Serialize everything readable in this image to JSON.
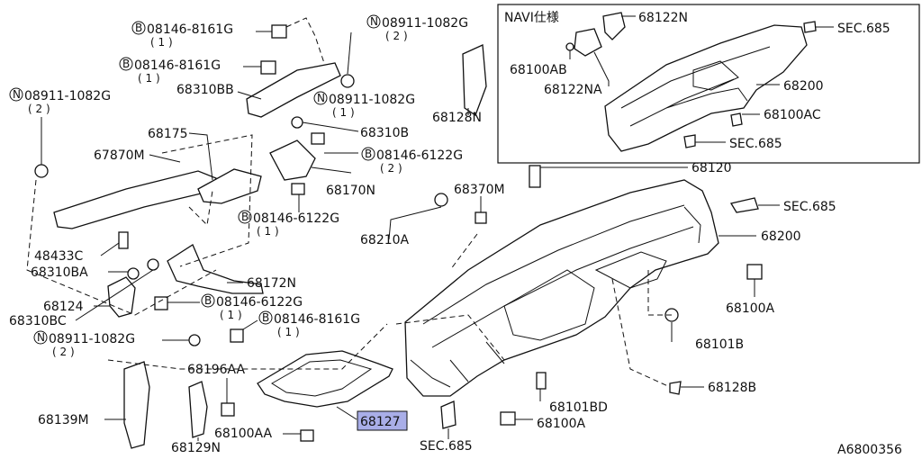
{
  "diagram": {
    "code": "A6800356",
    "inset_title": "NAVI仕様",
    "highlighted_part": "68127",
    "highlight_color": "#a9aee8",
    "labels": {
      "b08146_8161g_top": "08146-8161G",
      "b08146_8161g_top_qty": "( 1 )",
      "b08146_8161g_2": "08146-8161G",
      "b08146_8161g_2_qty": "( 1 )",
      "n08911_1082g_top": "08911-1082G",
      "n08911_1082g_top_qty": "( 2 )",
      "n08911_1082g_left": "08911-1082G",
      "n08911_1082g_left_qty": "( 2 )",
      "p68310bb": "68310BB",
      "n08911_1082g_mid": "08911-1082G",
      "n08911_1082g_mid_qty": "( 1 )",
      "p68128n": "68128N",
      "p68175": "68175",
      "p68310b": "68310B",
      "p67870m": "67870M",
      "b08146_6122g_a": "08146-6122G",
      "b08146_6122g_a_qty": "( 2 )",
      "p68170n": "68170N",
      "b08146_6122g_b": "08146-6122G",
      "b08146_6122g_b_qty": "( 1 )",
      "p68120": "68120",
      "p68370m": "68370M",
      "p68210a": "68210A",
      "sec685_right": "SEC.685",
      "p68200_main": "68200",
      "p48433c": "48433C",
      "p68310ba": "68310BA",
      "p68172n": "68172N",
      "p68124": "68124",
      "b08146_6122g_c": "08146-6122G",
      "b08146_6122g_c_qty": "( 1 )",
      "p68310bc": "68310BC",
      "b08146_8161g_3": "08146-8161G",
      "b08146_8161g_3_qty": "( 1 )",
      "n08911_1082g_low": "08911-1082G",
      "n08911_1082g_low_qty": "( 2 )",
      "p68100a_right": "68100A",
      "p68101b": "68101B",
      "p68196aa": "68196AA",
      "p68128b": "68128B",
      "p68139m": "68139M",
      "p68127": "68127",
      "p68101bd": "68101BD",
      "p68100aa": "68100AA",
      "p68100a_bottom": "68100A",
      "p68129n": "68129N",
      "sec685_bottom": "SEC.685",
      "inset_68122n": "68122N",
      "inset_sec685_top": "SEC.685",
      "inset_68100ab": "68100AB",
      "inset_68122na": "68122NA",
      "inset_68200": "68200",
      "inset_68100ac": "68100AC",
      "inset_sec685_bottom": "SEC.685"
    },
    "symbols": {
      "bolt_letter": "B",
      "nut_letter": "N"
    }
  }
}
